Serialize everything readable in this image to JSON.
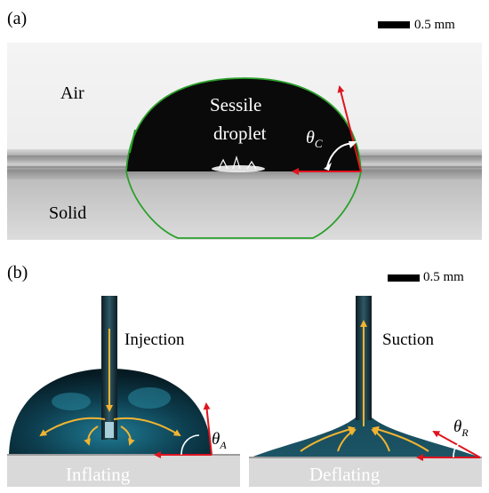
{
  "panel_a": {
    "label": "(a)",
    "scale_bar": "0.5 mm",
    "medium_top": "Air",
    "medium_bottom": "Solid",
    "droplet_line1": "Sessile",
    "droplet_line2": "droplet",
    "angle_symbol": "θ",
    "angle_subscript": "C"
  },
  "panel_b": {
    "label": "(b)",
    "scale_bar": "0.5 mm",
    "left": {
      "process": "Injection",
      "state": "Inflating",
      "angle_symbol": "θ",
      "angle_subscript": "A"
    },
    "right": {
      "process": "Suction",
      "state": "Deflating",
      "angle_symbol": "θ",
      "angle_subscript": "R"
    }
  },
  "colors": {
    "droplet": "#0a0a0a",
    "droplet_teal": "#1f6f86",
    "contour": "#2aa02a",
    "vector": "#e0141e",
    "flow_arrow": "#f2b431",
    "needle": "#1a2a30"
  }
}
